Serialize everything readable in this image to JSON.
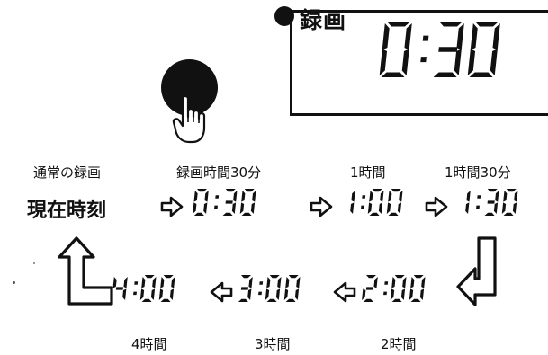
{
  "recording": {
    "label": "録画"
  },
  "display": {
    "time": "0:30"
  },
  "sequence": {
    "current_time_label": "現在時刻",
    "steps": [
      {
        "time": "0:30",
        "caption": "録画時間30分"
      },
      {
        "time": "1:00",
        "caption": "1時間"
      },
      {
        "time": "1:30",
        "caption": "1時間30分"
      },
      {
        "time": "2:00",
        "caption": "2時間"
      },
      {
        "time": "3:00",
        "caption": "3時間"
      },
      {
        "time": "4:00",
        "caption": "4時間"
      }
    ],
    "normal_caption": "通常の録画"
  }
}
